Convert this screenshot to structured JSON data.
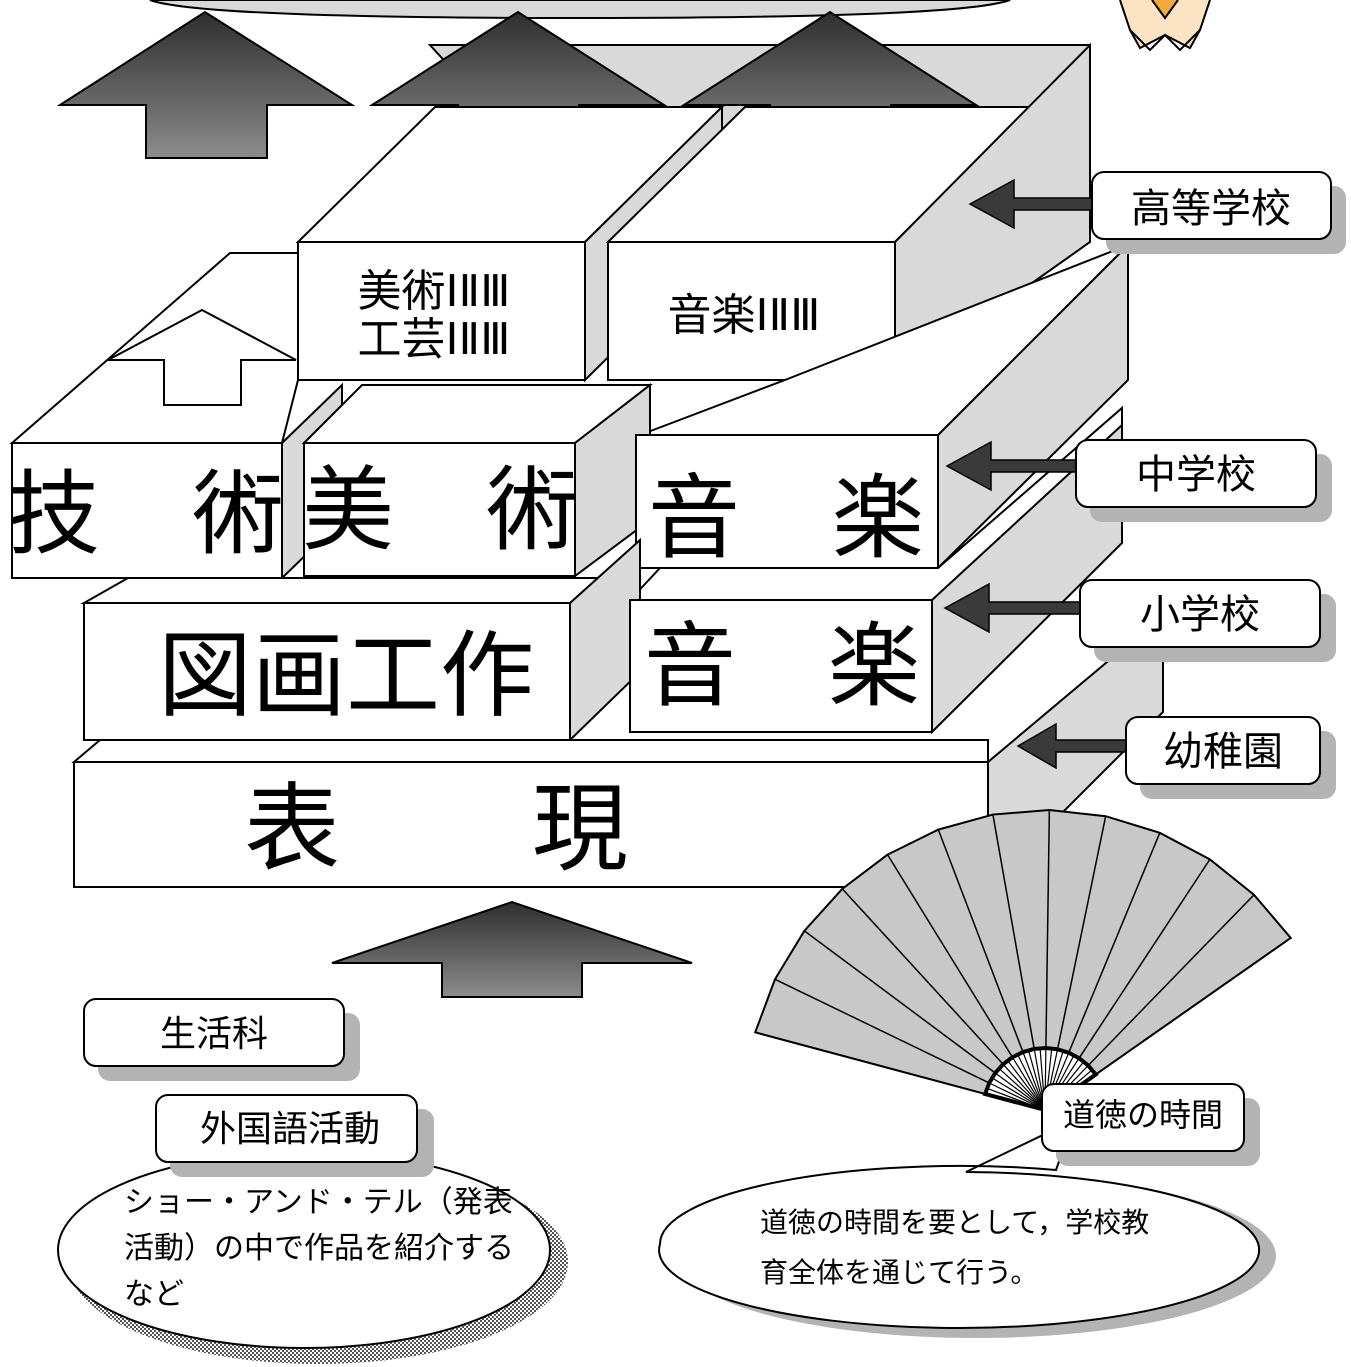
{
  "colors": {
    "face": "#ffffff",
    "side": "#d9d9d9",
    "side_dark": "#c4c4c4",
    "arrow_dark": "#3a3a3a",
    "arrow_light": "#8a8a8a",
    "stroke": "#000000",
    "shadow": "#b3b3b3",
    "fan": "#c8c8c8"
  },
  "icons": {
    "person": "person-illustration-icon",
    "fan": "folding-fan-icon",
    "arrow": "up-arrow-icon",
    "pointer": "left-pointer-arrow-icon"
  },
  "blocks": {
    "hyogen": "表　　現",
    "zuga": "図画工作",
    "ongaku_sho": "音　楽",
    "gijutsu": "技　術",
    "bijutsu": "美　術",
    "ongaku_chu": "音　楽",
    "bijutsu_koko_line1": "美術ⅠⅡⅢ",
    "bijutsu_koko_line2": "工芸ⅠⅡⅢ",
    "ongaku_koko": "音楽ⅠⅡⅢ"
  },
  "levels": {
    "koko": "高等学校",
    "chu": "中学校",
    "sho": "小学校",
    "yochien": "幼稚園"
  },
  "related": {
    "seikatsu": "生活科",
    "gaikokugo": "外国語活動",
    "dotoku": "道徳の時間"
  },
  "callouts": {
    "show_and_tell_1": "ショー・アンド・テル（発表",
    "show_and_tell_2": "活動）の中で作品を紹介する",
    "show_and_tell_3": "など",
    "dotoku_1": "道徳の時間を要として，学校教",
    "dotoku_2": "育全体を通じて行う。"
  }
}
